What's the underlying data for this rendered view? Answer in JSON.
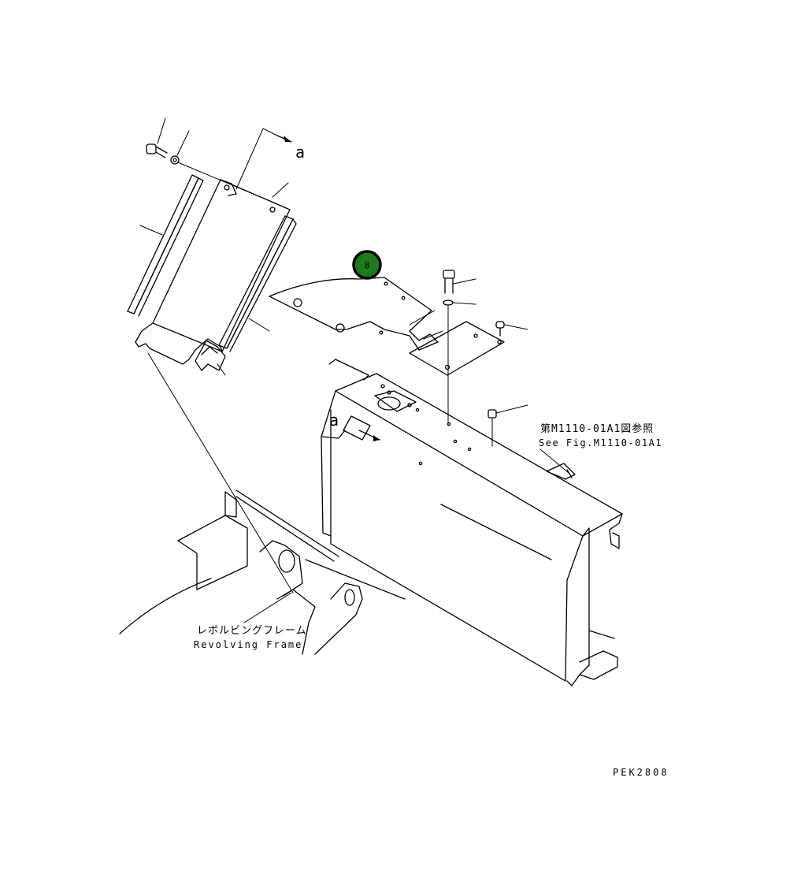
{
  "diagram": {
    "view_ref_letter": "a",
    "callout_badge": {
      "number": "8",
      "fill": "#1f7a1f",
      "ring": "#000000",
      "text_color": "#ffffff"
    },
    "cross_reference": {
      "japanese": "第M1110-01A1図参照",
      "english": "See Fig.M1110-01A1"
    },
    "frame_label": {
      "japanese": "レボルビングフレーム",
      "english": "Revolving Frame"
    },
    "drawing_code": "PEK2808"
  }
}
